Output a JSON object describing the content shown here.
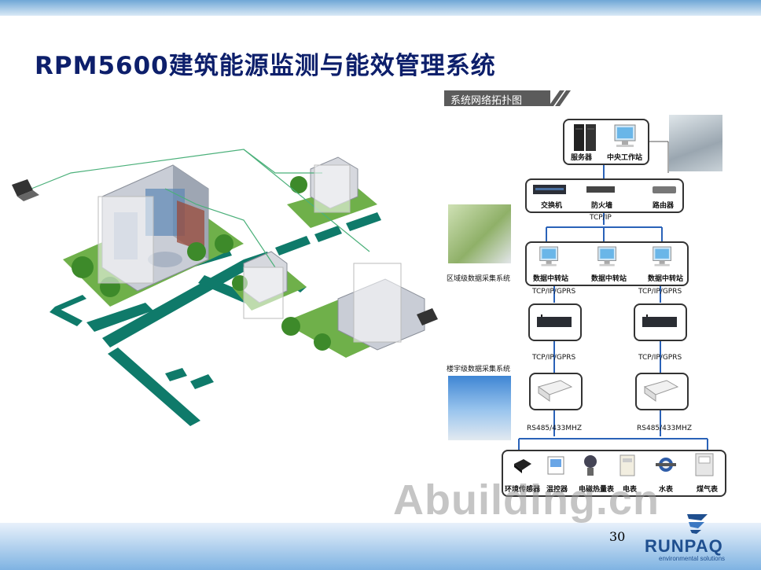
{
  "title": "RPM5600建筑能源监测与能效管理系统",
  "topology_tag": "系统网络拓扑图",
  "top_box": {
    "server": "服务器",
    "workstation": "中央工作站"
  },
  "network_box": {
    "switch": "交换机",
    "firewall": "防火墙",
    "router": "路由器"
  },
  "protocol_tcpip": "TCP/IP",
  "relay_label": "数据中转站",
  "side_labels": {
    "regional": "区域级数据采集系统",
    "building": "楼宇级数据采集系统"
  },
  "protocol_gprs": "TCP/IP/GPRS",
  "protocol_rs485": "RS485/433MHZ",
  "devices": [
    "环境传感器",
    "温控器",
    "电磁热量表",
    "电表",
    "水表",
    "煤气表"
  ],
  "page_number": "30",
  "watermark": "Abuilding.cn",
  "logo": {
    "name": "RUNPAQ",
    "tagline": "environmental solutions"
  },
  "colors": {
    "title": "#0d1f6b",
    "pipe": "#0f7a6a",
    "grass": "#6fb04a",
    "line_blue": "#2a62b8"
  }
}
